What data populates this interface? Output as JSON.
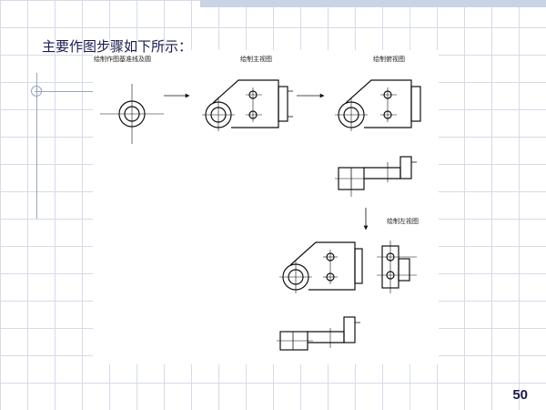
{
  "heading": "主要作图步骤如下所示：",
  "page_number": "50",
  "steps": {
    "step1": "绘制作图基准线及圆",
    "step2": "绘制主视图",
    "step3": "绘制俯视图",
    "step4": "绘制左视图"
  },
  "icons": {
    "flow_arrow": "arrow-right-icon",
    "down_arrow": "arrow-down-icon"
  },
  "colors": {
    "grid": "#d5dbe8",
    "band": "#c9d3e6",
    "heading": "#1a1a4d",
    "lines": "#111111"
  }
}
